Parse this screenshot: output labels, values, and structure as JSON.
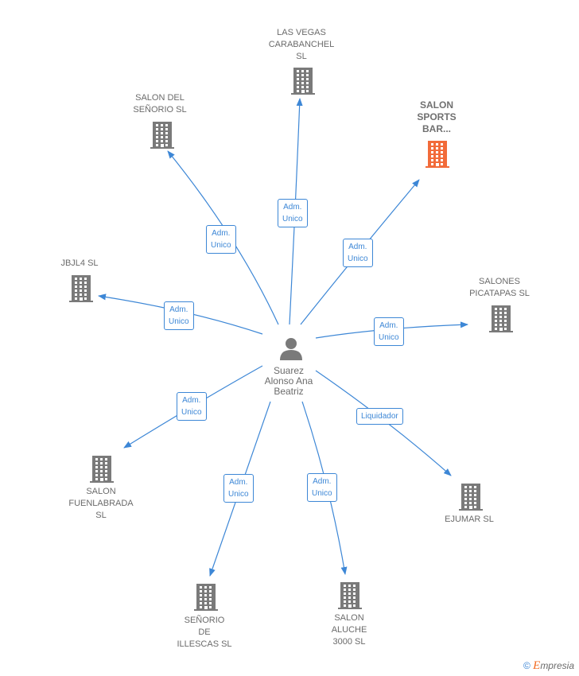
{
  "center": {
    "name_lines": [
      "Suarez",
      "Alonso Ana",
      "Beatriz"
    ],
    "icon": "person-icon"
  },
  "nodes": [
    {
      "id": "las-vegas",
      "lines": [
        "LAS VEGAS",
        "CARABANCHEL",
        "SL"
      ],
      "icon": "building-icon",
      "highlight": false
    },
    {
      "id": "salon-sports",
      "lines": [
        "SALON",
        "SPORTS",
        "BAR..."
      ],
      "icon": "building-icon",
      "highlight": true
    },
    {
      "id": "salon-senorio",
      "lines": [
        "SALON DEL",
        "SEÑORIO  SL"
      ],
      "icon": "building-icon",
      "highlight": false
    },
    {
      "id": "jbjl4",
      "lines": [
        "JBJL4  SL"
      ],
      "icon": "building-icon",
      "highlight": false
    },
    {
      "id": "salones-picatapas",
      "lines": [
        "SALONES",
        "PICATAPAS  SL"
      ],
      "icon": "building-icon",
      "highlight": false
    },
    {
      "id": "salon-fuenlabrada",
      "lines": [
        "SALON",
        "FUENLABRADA",
        "SL"
      ],
      "icon": "building-icon",
      "highlight": false
    },
    {
      "id": "ejumar",
      "lines": [
        "EJUMAR SL"
      ],
      "icon": "building-icon",
      "highlight": false
    },
    {
      "id": "senorio-illescas",
      "lines": [
        "SEÑORIO",
        "DE",
        "ILLESCAS SL"
      ],
      "icon": "building-icon",
      "highlight": false
    },
    {
      "id": "salon-aluche",
      "lines": [
        "SALON",
        "ALUCHE",
        "3000  SL"
      ],
      "icon": "building-icon",
      "highlight": false
    }
  ],
  "edges": [
    {
      "to": "las-vegas",
      "label_lines": [
        "Adm.",
        "Unico"
      ]
    },
    {
      "to": "salon-sports",
      "label_lines": [
        "Adm.",
        "Unico"
      ]
    },
    {
      "to": "salon-senorio",
      "label_lines": [
        "Adm.",
        "Unico"
      ]
    },
    {
      "to": "jbjl4",
      "label_lines": [
        "Adm.",
        "Unico"
      ]
    },
    {
      "to": "salones-picatapas",
      "label_lines": [
        "Adm.",
        "Unico"
      ]
    },
    {
      "to": "salon-fuenlabrada",
      "label_lines": [
        "Adm.",
        "Unico"
      ]
    },
    {
      "to": "ejumar",
      "label_lines": [
        "Liquidador"
      ]
    },
    {
      "to": "senorio-illescas",
      "label_lines": [
        "Adm.",
        "Unico"
      ]
    },
    {
      "to": "salon-aluche",
      "label_lines": [
        "Adm.",
        "Unico"
      ]
    }
  ],
  "colors": {
    "edge": "#3d87d6",
    "node": "#7a7a7a",
    "highlight": "#f26b3a",
    "text": "#6b6b6b"
  },
  "footer": {
    "copyright": "©",
    "brand_initial": "E",
    "brand_rest": "mpresia"
  }
}
